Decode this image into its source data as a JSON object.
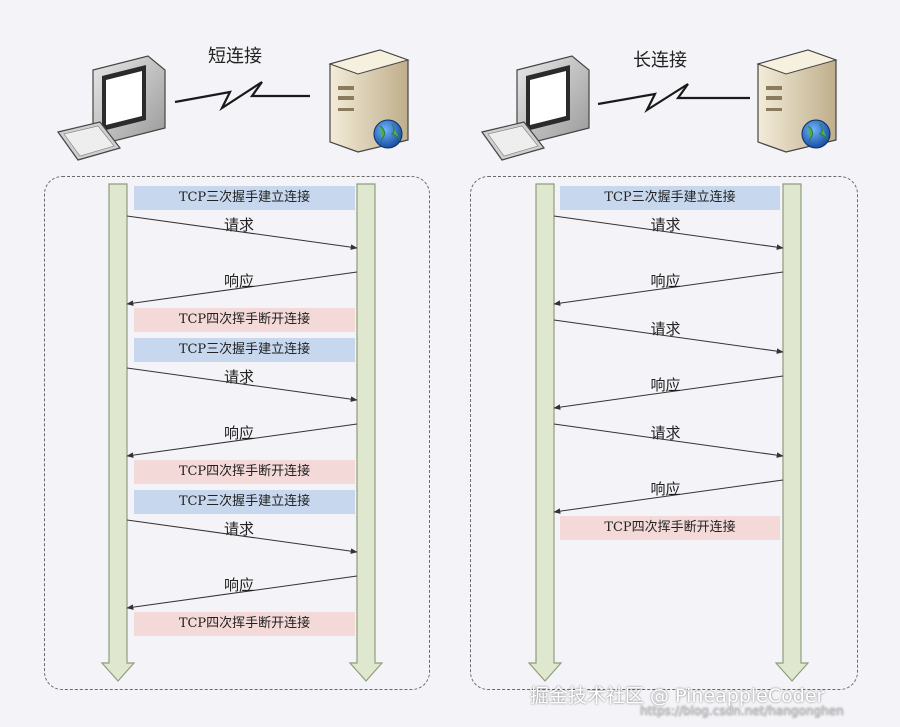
{
  "left": {
    "title": "短连接",
    "steps": [
      {
        "kind": "box",
        "tone": "blue",
        "text": "TCP三次握手建立连接"
      },
      {
        "kind": "req",
        "text": "请求"
      },
      {
        "kind": "resp",
        "text": "响应"
      },
      {
        "kind": "box",
        "tone": "pink",
        "text": "TCP四次挥手断开连接"
      },
      {
        "kind": "box",
        "tone": "blue",
        "text": "TCP三次握手建立连接"
      },
      {
        "kind": "req",
        "text": "请求"
      },
      {
        "kind": "resp",
        "text": "响应"
      },
      {
        "kind": "box",
        "tone": "pink",
        "text": "TCP四次挥手断开连接"
      },
      {
        "kind": "box",
        "tone": "blue",
        "text": "TCP三次握手建立连接"
      },
      {
        "kind": "req",
        "text": "请求"
      },
      {
        "kind": "resp",
        "text": "响应"
      },
      {
        "kind": "box",
        "tone": "pink",
        "text": "TCP四次挥手断开连接"
      }
    ]
  },
  "right": {
    "title": "长连接",
    "steps": [
      {
        "kind": "box",
        "tone": "blue",
        "text": "TCP三次握手建立连接"
      },
      {
        "kind": "req",
        "text": "请求"
      },
      {
        "kind": "resp",
        "text": "响应"
      },
      {
        "kind": "req",
        "text": "请求"
      },
      {
        "kind": "resp",
        "text": "响应"
      },
      {
        "kind": "req",
        "text": "请求"
      },
      {
        "kind": "resp",
        "text": "响应"
      },
      {
        "kind": "box",
        "tone": "pink",
        "text": "TCP四次挥手断开连接"
      }
    ]
  },
  "watermark": {
    "main": "掘金技术社区 @ PineappleCoder",
    "sub": "https://blog.csdn.net/hangonghen"
  },
  "colors": {
    "lifeline_fill": "#dfe8cf",
    "lifeline_stroke": "#8f9d7c",
    "arrow": "#333333",
    "handshake_box": "#c7d8ee",
    "teardown_box": "#f4d9d9"
  },
  "icons": [
    "computer-icon",
    "keyboard-icon",
    "server-icon",
    "globe-icon",
    "lightning-link-icon"
  ]
}
